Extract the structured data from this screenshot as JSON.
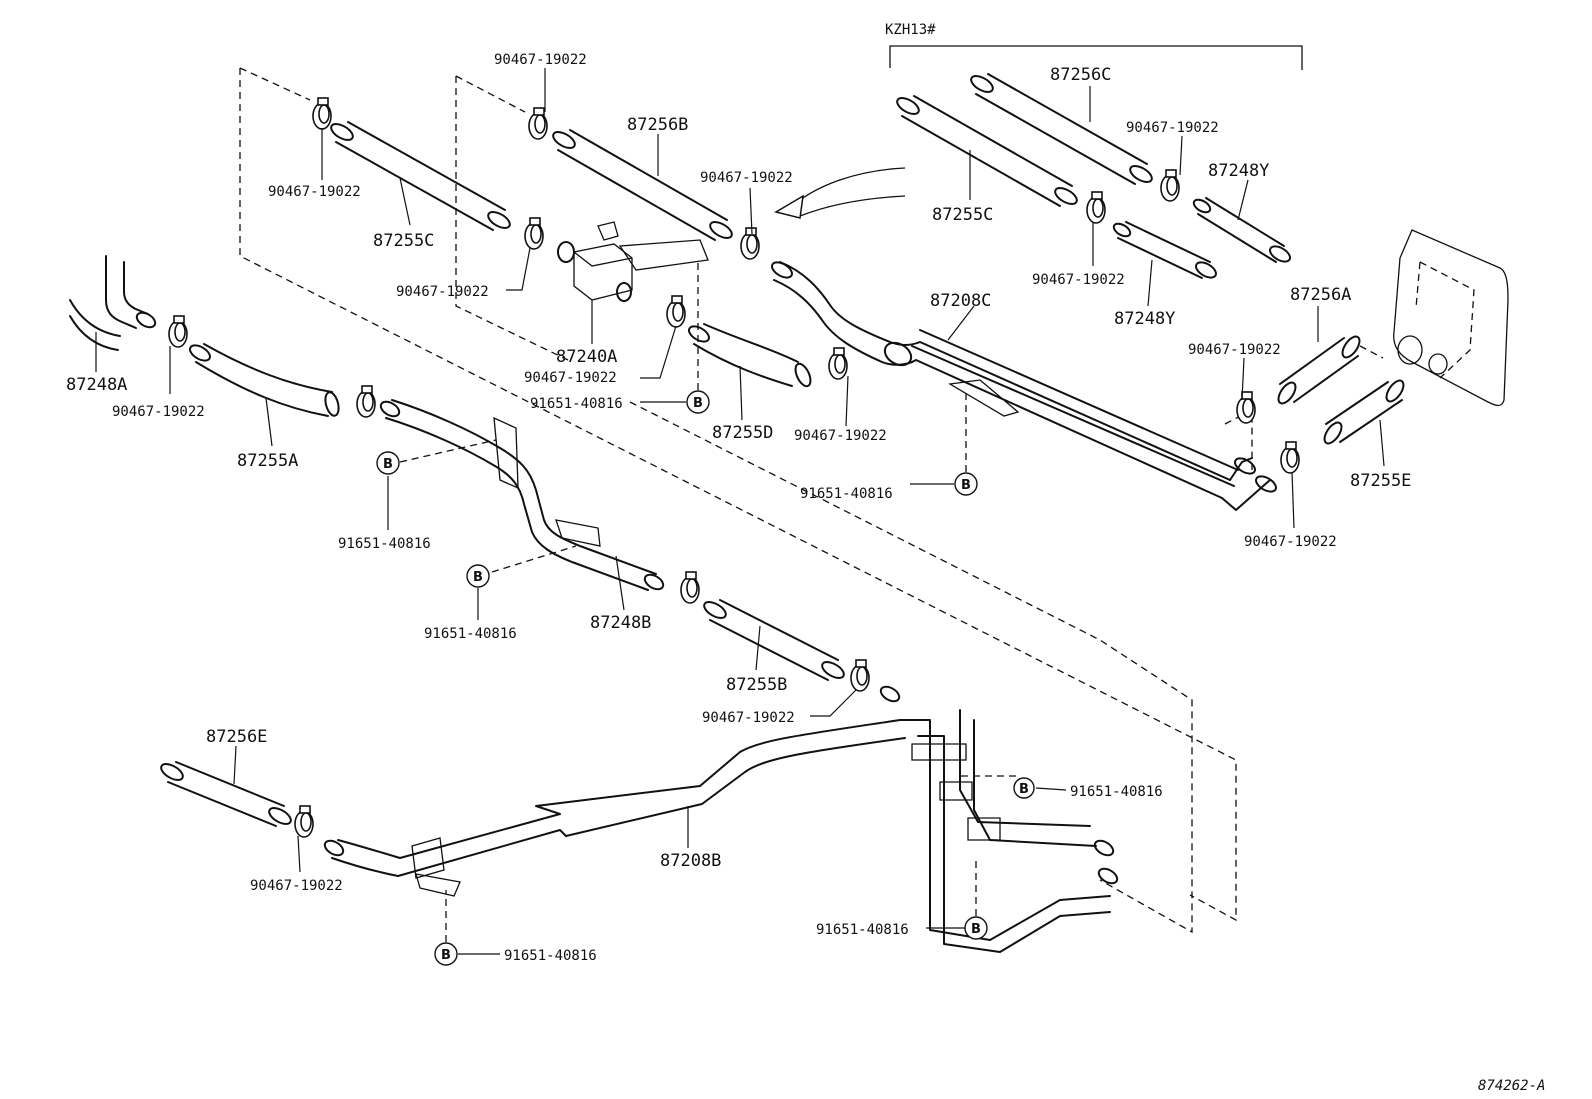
{
  "title": "KZH13#",
  "diagram_id": "874262-A",
  "bolt_symbol": "B",
  "labels": {
    "p87256c": "87256C",
    "p87256b": "87256B",
    "p87255c_left": "87255C",
    "p87255c_right": "87255C",
    "p87248y_top": "87248Y",
    "p87248y_bot": "87248Y",
    "p87248a": "87248A",
    "p87255a": "87255A",
    "p87240a": "87240A",
    "p87255d": "87255D",
    "p87208c": "87208C",
    "p87256a": "87256A",
    "p87255e": "87255E",
    "p87248b": "87248B",
    "p87255b": "87255B",
    "p87256e": "87256E",
    "p87208b": "87208B"
  },
  "clamp_numbers": {
    "c1": "90467-19022",
    "c2": "90467-19022",
    "c3": "90467-19022",
    "c4": "90467-19022",
    "c5": "90467-19022",
    "c6": "90467-19022",
    "c7": "90467-19022",
    "c8": "90467-19022",
    "c9": "90467-19022",
    "c10": "90467-19022",
    "c11": "90467-19022",
    "c12": "90467-19022",
    "c13": "90467-19022"
  },
  "bolt_numbers": {
    "b1": "91651-40816",
    "b2": "91651-40816",
    "b3": "91651-40816",
    "b4": "91651-40816",
    "b5": "91651-40816",
    "b6": "91651-40816",
    "b7": "91651-40816"
  }
}
